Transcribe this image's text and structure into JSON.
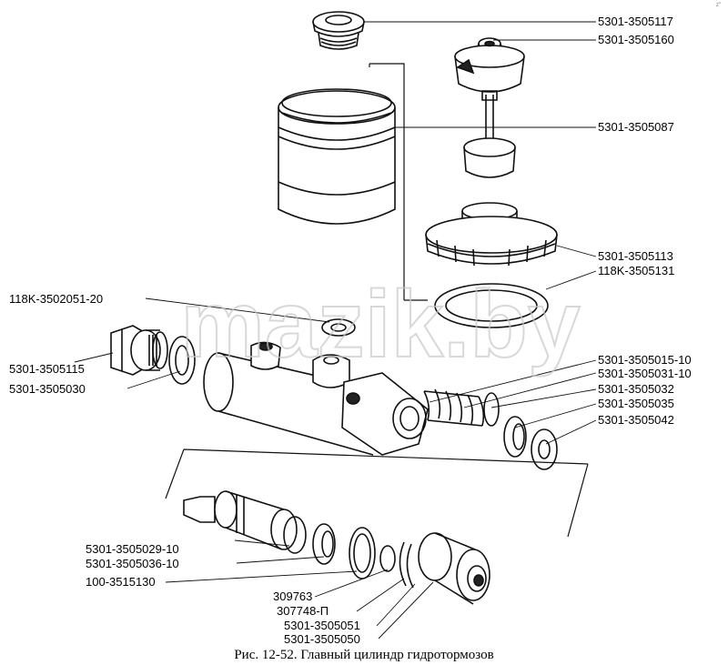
{
  "caption": "Рис. 12-52. Главный цилиндр гидротормозов",
  "watermark": "mazik.by",
  "corner_mark": "z\"",
  "labels": {
    "p1": "5301-3505117",
    "p2": "5301-3505160",
    "p3": "5301-3505087",
    "p4": "5301-3505113",
    "p5": "118K-3505131",
    "p6": "118K-3502051-20",
    "p7": "5301-3505115",
    "p8": "5301-3505030",
    "p9": "5301-3505015-10",
    "p10": "5301-3505031-10",
    "p11": "5301-3505032",
    "p12": "5301-3505035",
    "p13": "5301-3505042",
    "p14": "5301-3505029-10",
    "p15": "5301-3505036-10",
    "p16": "100-3515130",
    "p17": "309763",
    "p18": "307748-П",
    "p19": "5301-3505051",
    "p20": "5301-3505050"
  }
}
